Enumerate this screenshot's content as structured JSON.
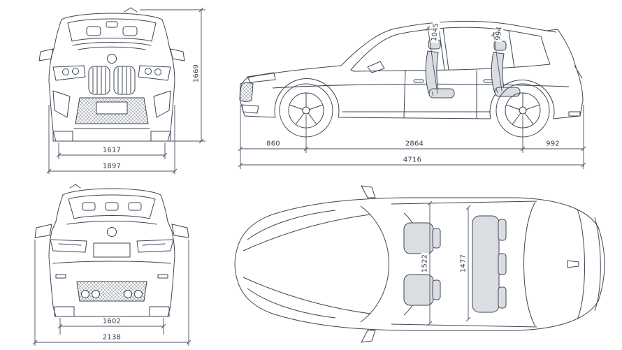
{
  "palette": {
    "line": "#3d4653",
    "label_text": "#333c48",
    "background": "#ffffff"
  },
  "dims": {
    "front_view": {
      "track_width": "1617",
      "overall_width": "1897",
      "overall_height": "1669"
    },
    "side_view": {
      "interior_height_front": "1045",
      "interior_height_rear": "994",
      "front_overhang": "860",
      "wheelbase": "2864",
      "rear_overhang": "992",
      "overall_length": "4716"
    },
    "rear_view": {
      "track_width": "1602",
      "width_incl_mirrors": "2138"
    },
    "top_view": {
      "interior_width_front": "1522",
      "interior_width_rear": "1477"
    }
  }
}
